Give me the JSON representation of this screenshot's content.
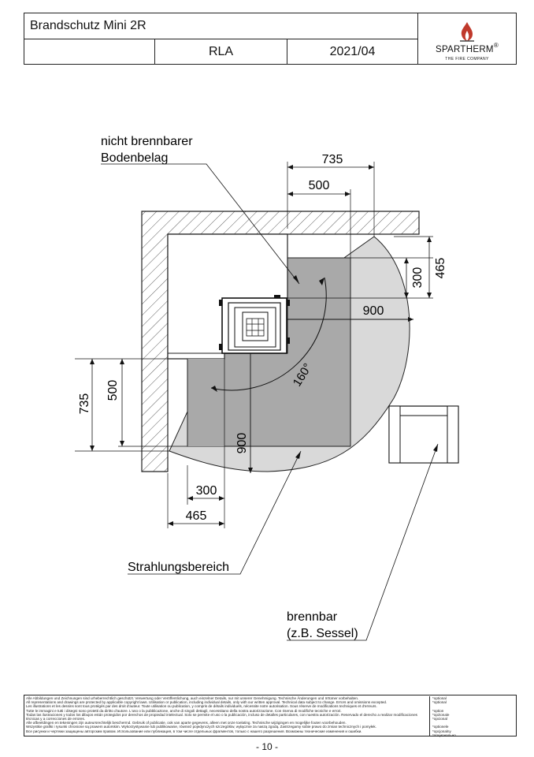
{
  "title_block": {
    "title": "Brandschutz Mini 2R",
    "code": "RLA",
    "date": "2021/04",
    "brand": "SPARTHERM",
    "brand_reg": "®",
    "brand_tagline": "THE FIRE COMPANY"
  },
  "labels": {
    "floor_callout_line1": "nicht brennbarer",
    "floor_callout_line2": "Bodenbelag",
    "radiation_callout": "Strahlungsbereich",
    "combustible_line1": "brennbar",
    "combustible_line2": "(z.B. Sessel)",
    "angle": "160°"
  },
  "dimensions": {
    "top_735": "735",
    "top_500": "500",
    "right_465": "465",
    "right_300": "300",
    "center_900_h": "900",
    "left_735": "735",
    "left_500": "500",
    "center_900_v": "900",
    "bottom_300": "300",
    "bottom_465": "465"
  },
  "footer": {
    "lines": [
      "Alle Abbildungen und Zeichnungen sind urheberrechtlich geschützt. Verwertung oder Veröffentlichung, auch einzelner Details, nur mit unserer Genehmigung. Technische Änderungen und Irrtümer vorbehalten.",
      "All representations and drawings are protected by applicable copyright laws. Utilisation or publication, including individual details, only with our written approval. Technical data subject to change. Errors and omissions excepted.",
      "Les illustrations et les dessins sont tous protégés par des droit d'auteur. Toute utilisation ou publication, y compris de détails individuels, nécessite notre autorisation. Sous réserve de modifications techniques et d'erreurs.",
      "Tutte le immagini e tutti i disegni sono protetti da diritto d'autore. L'uso o la pubblicazione, anche di singoli dettagli, necessitano della nostra autorizzazione. Con riserva di modifiche tecniche e errori.",
      "Todas las ilustraciones y todos los dibujos están protegidos por derechos de propiedad intelectual. Solo se permite el uso o la publicación, incluso de detalles particulares, con nuestra autorización. Reservado el derecho a realizar modificaciones técnicas y a correcciones de errores.",
      "Alle afbeeldingen en tekeningen zijn auteursrechtelijk beschermd. Gebruik of publicatie, ook van aparte gegevens, alleen met onze toelating. Technische wijzigingen en mogelijke fouten voorbehouden.",
      "Wszystkie grafiki i rysunki chronione są prawem autorskim. Wykorzystywanie lub publikowanie, również pojedynczych szczegółów, wyłącznie za naszą zgodą. Zastrzegamy sobie prawo do zmian technicznych i pomyłek.",
      "Все рисунки и чертежи защищены авторским правом. Использование или публикация, в том числе отдельных фрагментов, только с нашего разрешения. Возможны технические изменения и ошибки."
    ],
    "optional": [
      "*optional",
      "*optional",
      "",
      "*option",
      "*opzionale",
      "*opcional",
      "",
      "*optionele",
      "*opcjonalny",
      "*опционально"
    ]
  },
  "page_number": "- 10 -"
}
